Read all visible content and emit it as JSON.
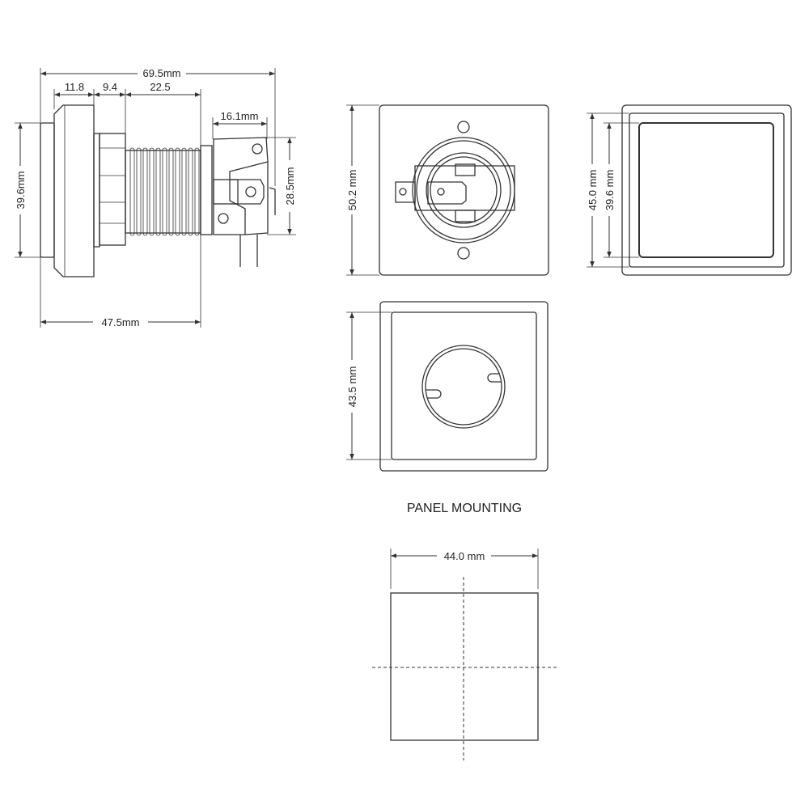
{
  "side_view": {
    "overall_length": "69.5mm",
    "bezel_depth": "11.8",
    "nut_depth": "9.4",
    "thread_length": "22.5",
    "switch_length": "16.1mm",
    "bezel_height": "39.6mm",
    "switch_height": "28.5mm",
    "body_length": "47.5mm"
  },
  "rear_view": {
    "height": "50.2 mm"
  },
  "front_view": {
    "outer_height": "45.0 mm",
    "button_height": "39.6 mm"
  },
  "bottom_view": {
    "height": "43.5 mm"
  },
  "panel_mounting": {
    "title": "PANEL MOUNTING",
    "cutout_width": "44.0 mm"
  }
}
